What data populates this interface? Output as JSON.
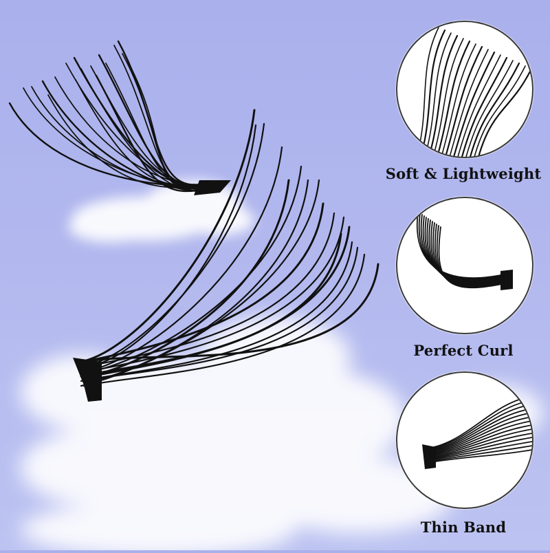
{
  "features": [
    {
      "label": "Soft & Lightweight",
      "icon": "lash-tips-closeup-icon"
    },
    {
      "label": "Perfect Curl",
      "icon": "lash-curl-closeup-icon"
    },
    {
      "label": "Thin Band",
      "icon": "lash-band-closeup-icon"
    }
  ],
  "colors": {
    "background": "#b2b8ee",
    "lash": "#111111",
    "cloud": "#ffffff",
    "circle_border": "#3a3a3a"
  }
}
